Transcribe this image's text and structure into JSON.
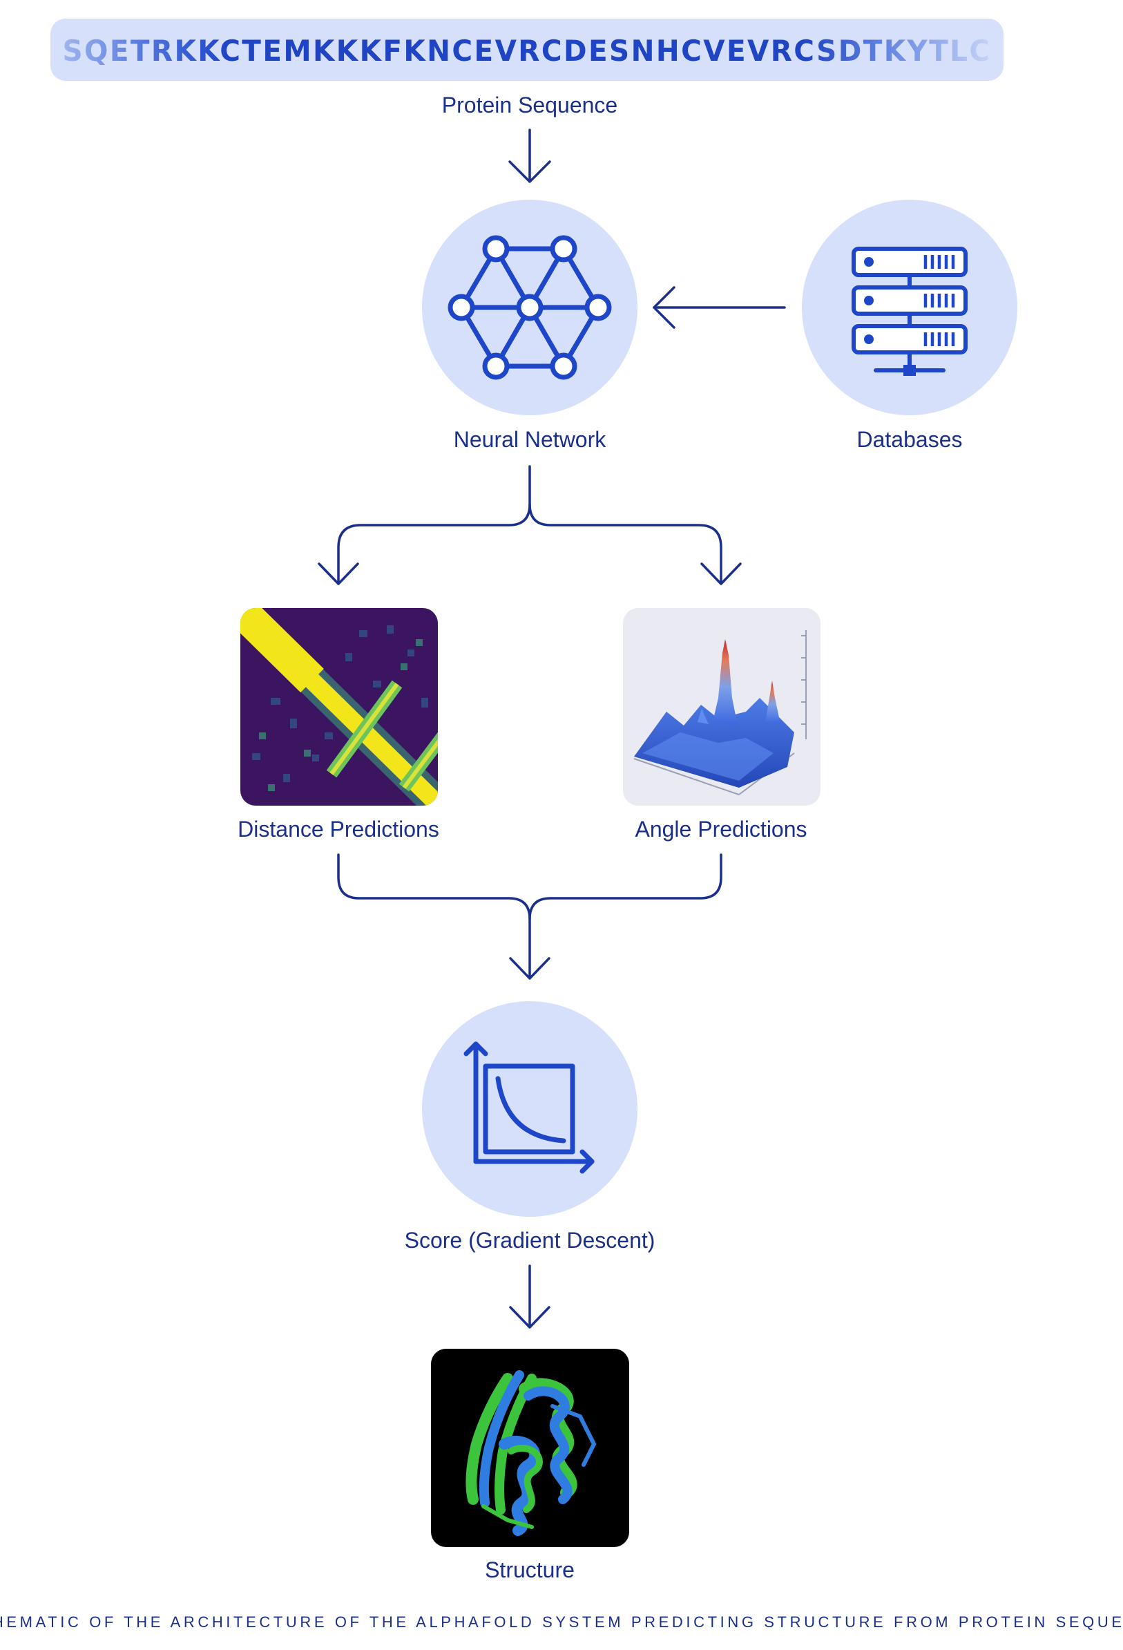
{
  "sequence": {
    "text": "SQETRKKCTEMKKKFKNCEVRCDESNHCVEVRCSDTKYTLC",
    "label": "Protein Sequence"
  },
  "nodes": {
    "neural_network": {
      "label": "Neural Network",
      "icon": "neural-network-icon"
    },
    "databases": {
      "label": "Databases",
      "icon": "server-rack-icon"
    },
    "distance_predictions": {
      "label": "Distance Predictions",
      "image": "distance-heatmap"
    },
    "angle_predictions": {
      "label": "Angle Predictions",
      "image": "angle-surface-plot"
    },
    "score": {
      "label": "Score (Gradient Descent)",
      "icon": "gradient-descent-curve-icon"
    },
    "structure": {
      "label": "Structure",
      "image": "protein-ribbon-structure"
    }
  },
  "caption": "A SCHEMATIC OF THE ARCHITECTURE OF THE ALPHAFOLD SYSTEM PREDICTING STRUCTURE FROM PROTEIN SEQUENCE.",
  "colors": {
    "primary_text": "#1a2f8a",
    "icon_blue": "#1e46c8",
    "circle_fill": "#d6e0fb",
    "sequence_bar": "#d6e0fb",
    "heatmap_background": "#3b1560",
    "heatmap_diagonal": "#f2e51a",
    "heatmap_contact": "#6cc45a",
    "structure_background": "#000000"
  }
}
